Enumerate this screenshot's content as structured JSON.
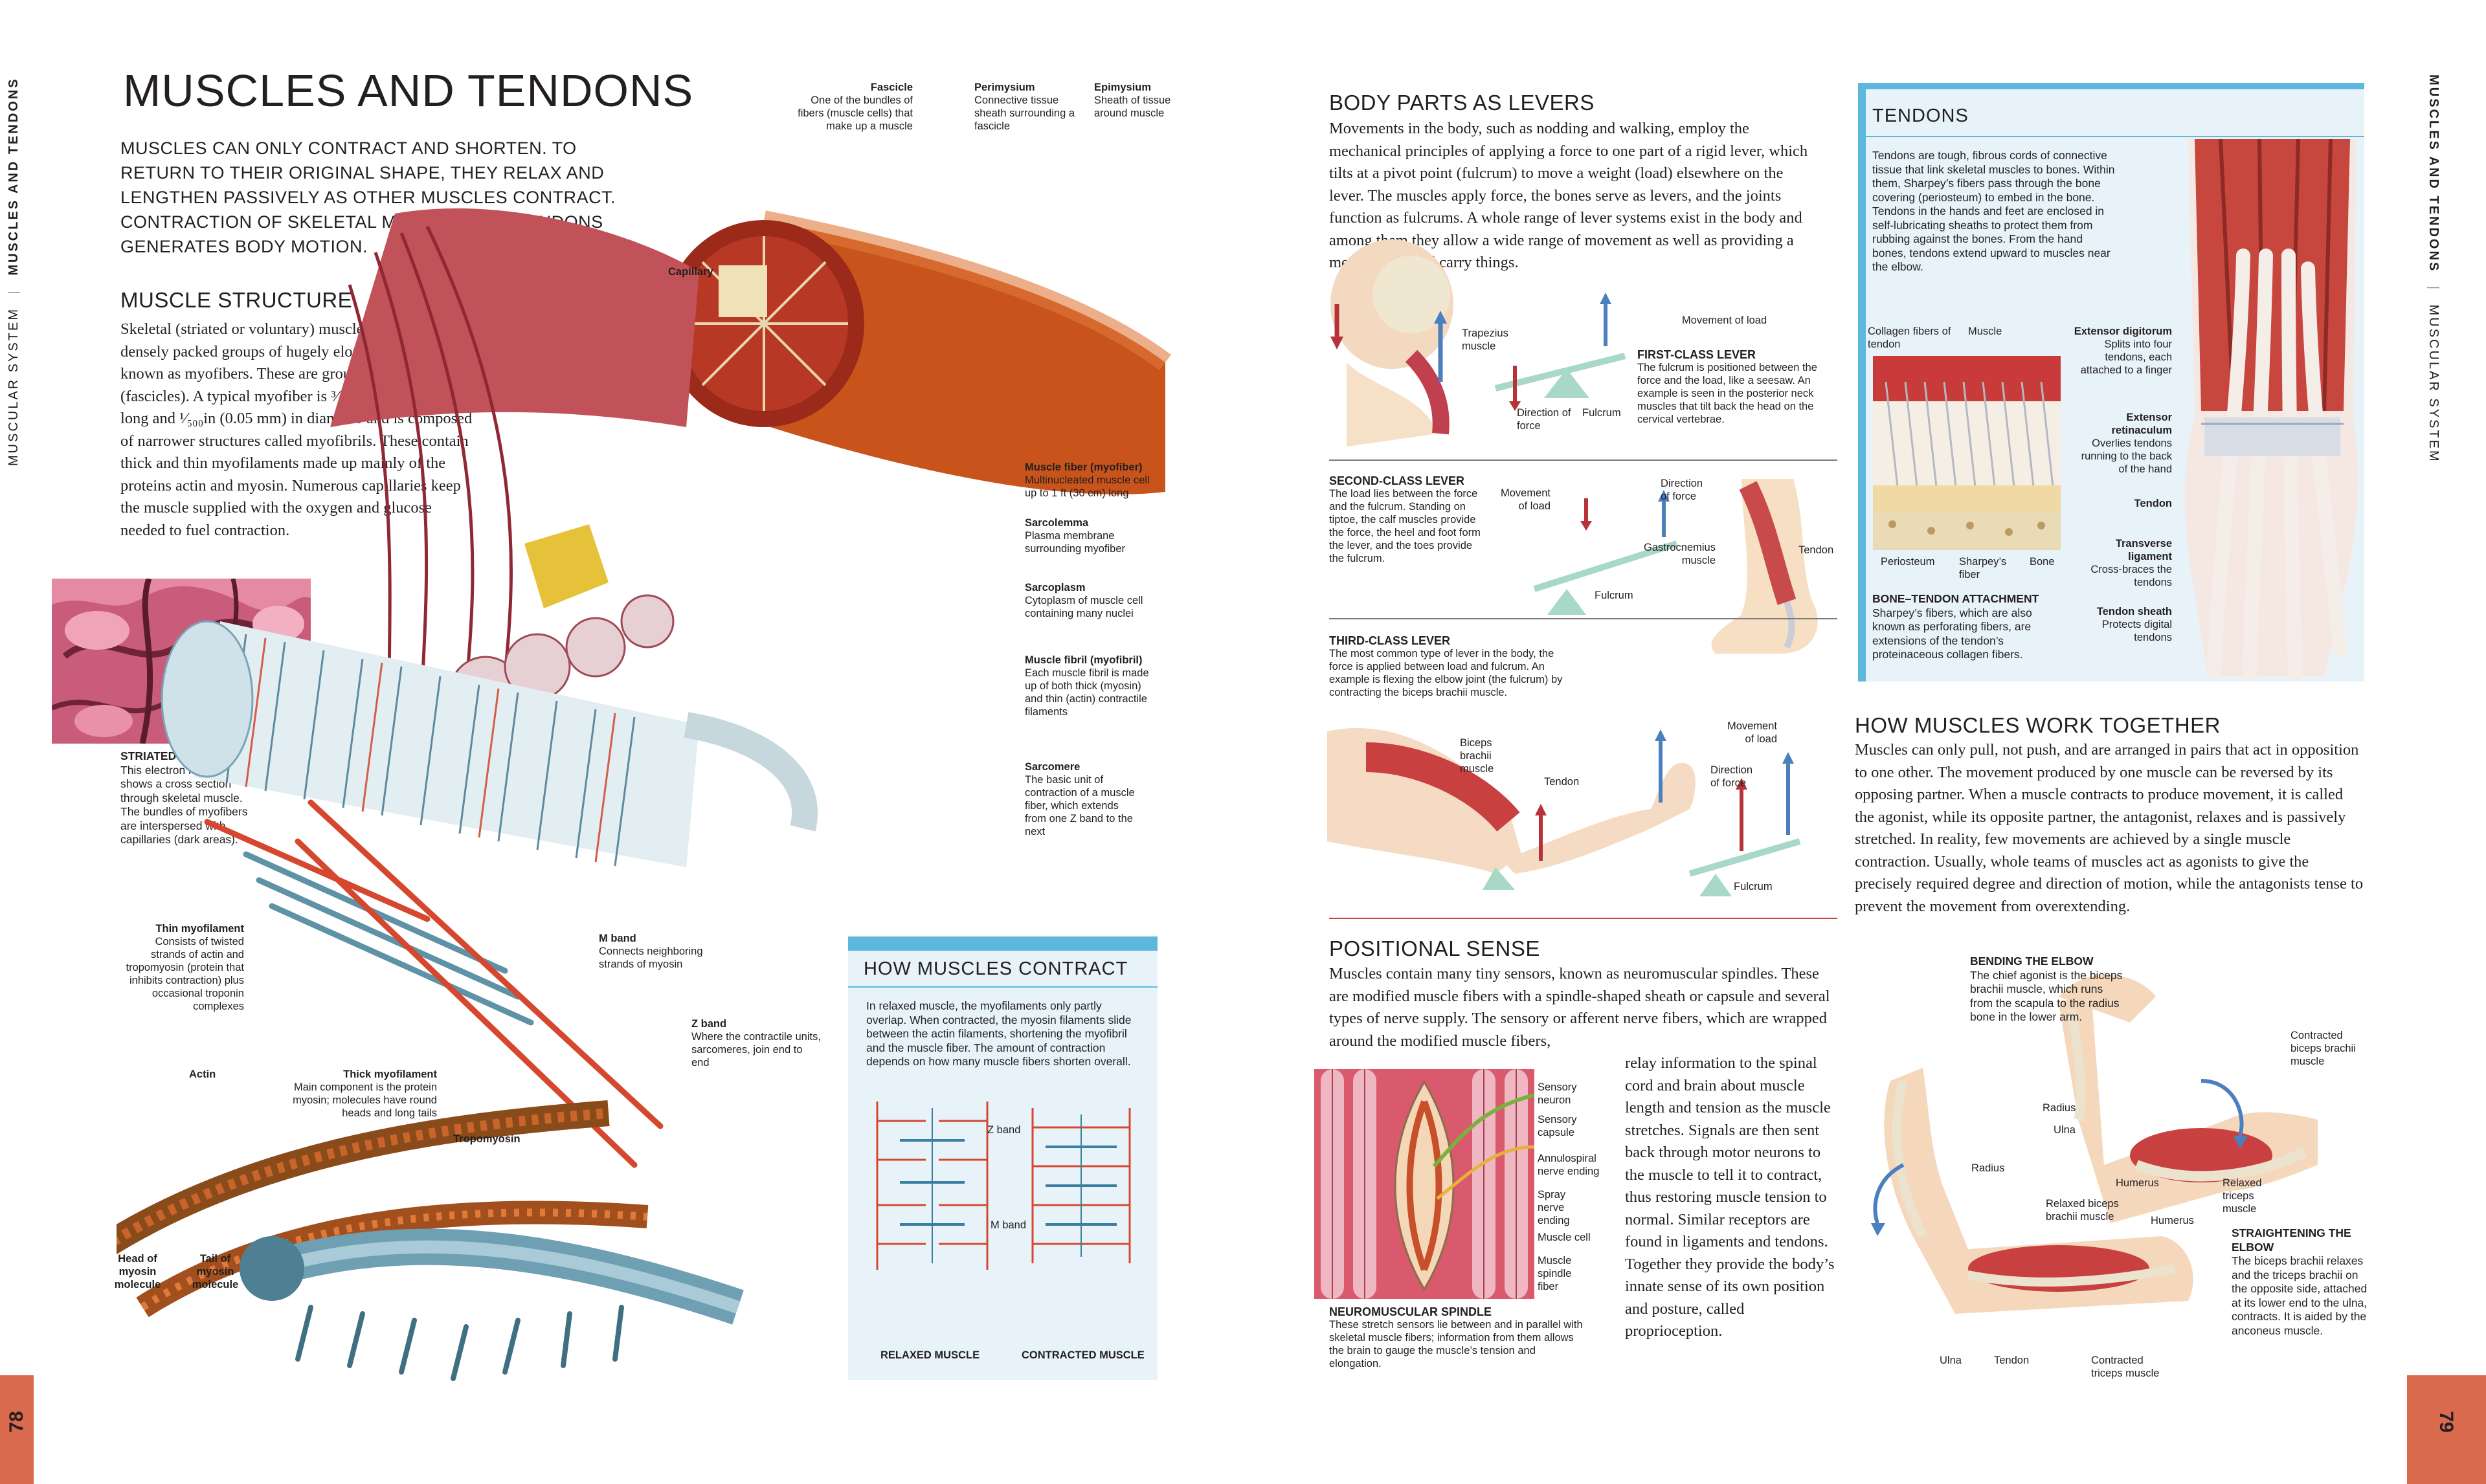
{
  "page": {
    "title": "MUSCLES AND TENDONS",
    "intro": "MUSCLES CAN ONLY CONTRACT AND SHORTEN. TO RETURN TO THEIR ORIGINAL SHAPE, THEY RELAX AND LENGTHEN PASSIVELY AS OTHER MUSCLES CONTRACT. CONTRACTION OF SKELETAL MUSCLES AND TENDONS GENERATES BODY MOTION.",
    "left_page_number": "78",
    "right_page_number": "79",
    "left_running_head_a": "MUSCULAR SYSTEM",
    "left_running_head_sep": "|",
    "left_running_head_b": "MUSCLES AND TENDONS",
    "right_running_head_a": "MUSCLES AND TENDONS",
    "right_running_head_sep": "|",
    "right_running_head_b": "MUSCULAR SYSTEM",
    "accent_color": "#d96a4e",
    "box_color": "#e7f3f9",
    "box_stripe_color": "#5eb8de"
  },
  "muscle_structure": {
    "heading": "MUSCLE STRUCTURE",
    "body": "Skeletal (striated or voluntary) muscle consists of densely packed groups of hugely elongated cells known as myofibers. These are grouped into bundles (fascicles). A typical myofiber is ³⁄₄–1¹⁄₅in (2–3 cm) long and ¹⁄₅₀₀in (0.05 mm) in diameter and is composed of narrower structures called myofibrils. These contain thick and thin myofilaments made up mainly of the proteins actin and myosin. Numerous capillaries keep the muscle supplied with the oxygen and glucose needed to fuel contraction.",
    "micrograph_title": "STRIATED MUSCLE",
    "micrograph_caption": "This electron micrograph shows a cross section through skeletal muscle. The bundles of myofibers are interspersed with capillaries (dark areas)."
  },
  "fiber_labels": {
    "fascicle_title": "Fascicle",
    "fascicle_text": "One of the bundles of fibers (muscle cells) that make up a muscle",
    "perimysium_title": "Perimysium",
    "perimysium_text": "Connective tissue sheath surrounding a fascicle",
    "epimysium_title": "Epimysium",
    "epimysium_text": "Sheath of tissue around muscle",
    "capillary_title": "Capillary",
    "myofiber_title": "Muscle fiber (myofiber)",
    "myofiber_text": "Multinucleated muscle cell up to 1 ft (30 cm) long",
    "sarcolemma_title": "Sarcolemma",
    "sarcolemma_text": "Plasma membrane surrounding myofiber",
    "sarcoplasm_title": "Sarcoplasm",
    "sarcoplasm_text": "Cytoplasm of muscle cell containing many nuclei",
    "myofibril_title": "Muscle fibril (myofibril)",
    "myofibril_text": "Each muscle fibril is made up of both thick (myosin) and thin (actin) contractile filaments",
    "sarcomere_title": "Sarcomere",
    "sarcomere_text": "The basic unit of contraction of a muscle fiber, which extends from one Z band to the next",
    "mband_title": "M band",
    "mband_text": "Connects neighboring strands of myosin",
    "zband_title": "Z band",
    "zband_text": "Where the contractile units, sarcomeres, join end to end",
    "thin_title": "Thin myofilament",
    "thin_text": "Consists of twisted strands of actin and tropomyosin (protein that inhibits contraction) plus occasional troponin complexes",
    "thick_title": "Thick myofilament",
    "thick_text": "Main component is the protein myosin; molecules have round heads and long tails",
    "actin": "Actin",
    "tropomyosin": "Tropomyosin",
    "head_myosin": "Head of myosin molecule",
    "tail_myosin": "Tail of myosin molecule"
  },
  "contract_box": {
    "title": "HOW MUSCLES CONTRACT",
    "text": "In relaxed muscle, the myofilaments only partly overlap. When contracted, the myosin filaments slide between the actin filaments, shortening the myofibril and the muscle fiber. The amount of contraction depends on how many muscle fibers shorten overall.",
    "z_band": "Z band",
    "m_band": "M band",
    "relaxed": "RELAXED MUSCLE",
    "contracted": "CONTRACTED MUSCLE"
  },
  "levers": {
    "heading": "BODY PARTS AS LEVERS",
    "body": "Movements in the body, such as nodding and walking, employ the mechanical principles of applying a force to one part of a rigid lever, which tilts at a pivot point (fulcrum) to move a weight (load) elsewhere on the lever. The muscles apply force, the bones serve as levers, and the joints function as fulcrums. A whole range of lever systems exist in the body and among them they allow a wide range of movement as well as providing a means to lift and carry things.",
    "first_title": "FIRST-CLASS LEVER",
    "first_text": "The fulcrum is positioned between the force and the load, like a seesaw. An example is seen in the posterior neck muscles that tilt back the head on the cervical vertebrae.",
    "trapezius": "Trapezius muscle",
    "movement_of_load": "Movement of load",
    "direction_of_force": "Direction of force",
    "fulcrum": "Fulcrum",
    "second_title": "SECOND-CLASS LEVER",
    "second_text": "The load lies between the force and the fulcrum. Standing on tiptoe, the calf muscles provide the force, the heel and foot form the lever, and the toes provide the fulcrum.",
    "gastrocnemius": "Gastrocnemius muscle",
    "tendon": "Tendon",
    "third_title": "THIRD-CLASS LEVER",
    "third_text": "The most common type of lever in the body, the force is applied between load and fulcrum. An example is flexing the elbow joint (the fulcrum) by contracting the biceps brachii muscle.",
    "biceps": "Biceps brachii muscle"
  },
  "positional": {
    "heading": "POSITIONAL SENSE",
    "body_wide": "Muscles contain many tiny sensors, known as neuromuscular spindles. These are modified muscle fibers with a spindle-shaped sheath or capsule and several types of nerve supply. The sensory or afferent nerve fibers, which are wrapped around the modified muscle fibers,",
    "body_narrow": "relay information to the spinal cord and brain about muscle length and tension as the muscle stretches. Signals are then sent back through motor neurons to the muscle to tell it to contract, thus restoring muscle tension to normal. Similar receptors are found in ligaments and tendons. Together they provide the body’s innate sense of its own position and posture, called proprioception.",
    "sensory_neuron": "Sensory neuron",
    "sensory_capsule": "Sensory capsule",
    "annulospiral": "Annulospiral nerve ending",
    "spray": "Spray nerve ending",
    "muscle_cell": "Muscle cell",
    "spindle_fiber": "Muscle spindle fiber",
    "spindle_title": "NEUROMUSCULAR SPINDLE",
    "spindle_text": "These stretch sensors lie between and in parallel with skeletal muscle fibers; information from them allows the brain to gauge the muscle’s tension and elongation."
  },
  "tendons_box": {
    "title": "TENDONS",
    "text": "Tendons are tough, fibrous cords of connective tissue that link skeletal muscles to bones. Within them, Sharpey’s fibers pass through the bone covering (periosteum) to embed in the bone. Tendons in the hands and feet are enclosed in self-lubricating sheaths to protect them from rubbing against the bones. From the hand bones, tendons extend upward to muscles near the elbow.",
    "collagen": "Collagen fibers of tendon",
    "muscle": "Muscle",
    "periosteum": "Periosteum",
    "sharpeys": "Sharpey’s fiber",
    "bone": "Bone",
    "attach_title": "BONE–TENDON ATTACHMENT",
    "attach_text": "Sharpey’s fibers, which are also known as perforating fibers, are extensions of the tendon’s proteinaceous collagen fibers.",
    "ext_dig_title": "Extensor digitorum",
    "ext_dig_text": "Splits into four tendons, each attached to a finger",
    "ext_ret_title": "Extensor retinaculum",
    "ext_ret_text": "Overlies tendons running to the back of the hand",
    "tendon_title": "Tendon",
    "trans_title": "Transverse ligament",
    "trans_text": "Cross-braces the tendons",
    "sheath_title": "Tendon sheath",
    "sheath_text": "Protects digital tendons"
  },
  "together": {
    "heading": "HOW MUSCLES WORK TOGETHER",
    "body": "Muscles can only pull, not push, and are arranged in pairs that act in opposition to one other. The movement produced by one muscle can be reversed by its opposing partner. When a muscle contracts to produce movement, it is called the agonist, while its opposite partner, the antagonist, relaxes and is passively stretched. In reality, few movements are achieved by a single muscle contraction. Usually, whole teams of muscles act as agonists to give the precisely required degree and direction of motion, while the antagonists tense to prevent the movement from overextending.",
    "bending_title": "BENDING THE ELBOW",
    "bending_text": "The chief agonist is the biceps brachii muscle, which runs from the scapula to the radius bone in the lower arm.",
    "contracted_biceps": "Contracted biceps brachii muscle",
    "radius": "Radius",
    "ulna": "Ulna",
    "humerus": "Humerus",
    "relaxed_triceps": "Relaxed triceps muscle",
    "relaxed_biceps": "Relaxed biceps brachii muscle",
    "straight_title": "STRAIGHTENING THE ELBOW",
    "straight_text": "The biceps brachii relaxes and the triceps brachii on the opposite side, attached at its lower end to the ulna, contracts. It is aided by the anconeus muscle.",
    "tendon": "Tendon",
    "contracted_triceps": "Contracted triceps muscle"
  }
}
